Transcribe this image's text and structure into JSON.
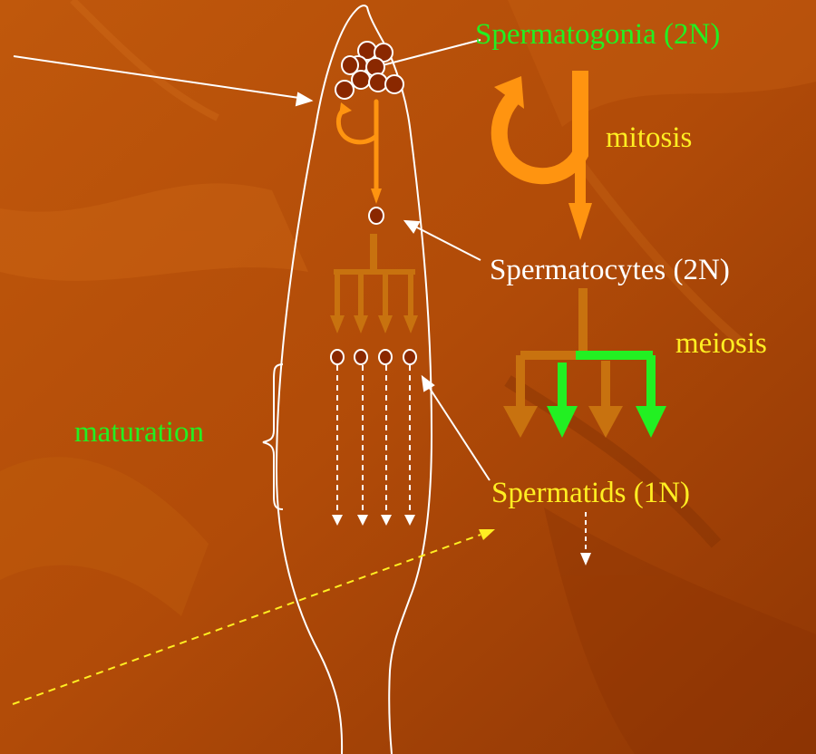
{
  "labels": {
    "spermatogonia": "Spermatogonia (2N)",
    "mitosis": "mitosis",
    "spermatocytes": "Spermatocytes (2N)",
    "meiosis": "meiosis",
    "maturation": "maturation",
    "spermatids": "Spermatids (1N)"
  },
  "colors": {
    "background": "#b04a08",
    "green": "#22f022",
    "yellow": "#ffee22",
    "white": "#ffffff",
    "orange": "#ff9410",
    "brown_orange": "#c8720f"
  },
  "icons": [
    "cell-circle-icon",
    "mitosis-cycle-arrow-icon",
    "meiosis-split-arrow-icon"
  ]
}
